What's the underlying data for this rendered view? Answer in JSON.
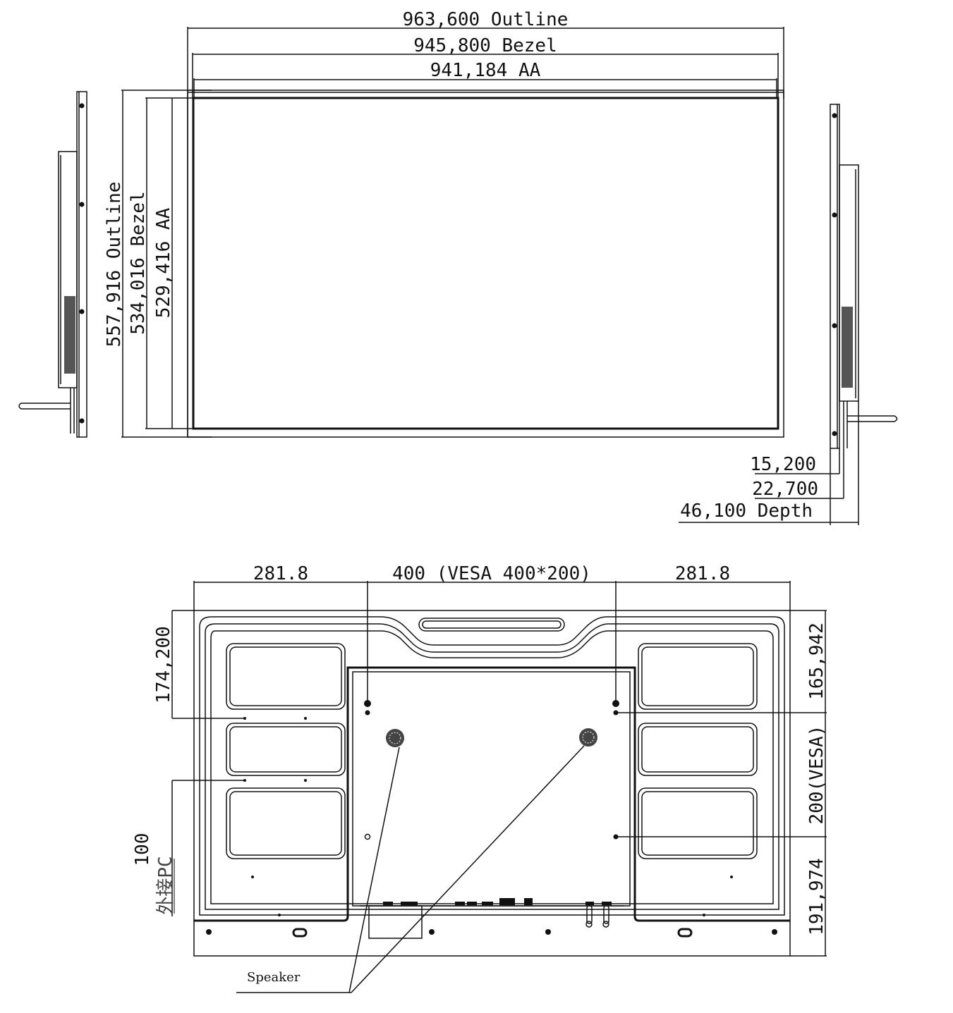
{
  "front_view": {
    "width_outline": "963,600 Outline",
    "width_bezel": "945,800 Bezel",
    "width_aa": "941,184 AA",
    "height_outline": "557,916 Outline",
    "height_bezel": "534,016 Bezel",
    "height_aa": "529,416 AA"
  },
  "side_view": {
    "depth_1": "15,200",
    "depth_2": "22,700",
    "depth_total": "46,100 Depth"
  },
  "rear_view": {
    "left_offset": "281.8",
    "vesa_width": "400 (VESA 400*200)",
    "right_offset": "281.8",
    "left_top": "174,200",
    "right_top": "165,942",
    "vesa_height": "200(VESA)",
    "right_bottom": "191,974",
    "pc_offset": "100",
    "pc_label": "外接PC",
    "speaker_label": "Speaker"
  }
}
